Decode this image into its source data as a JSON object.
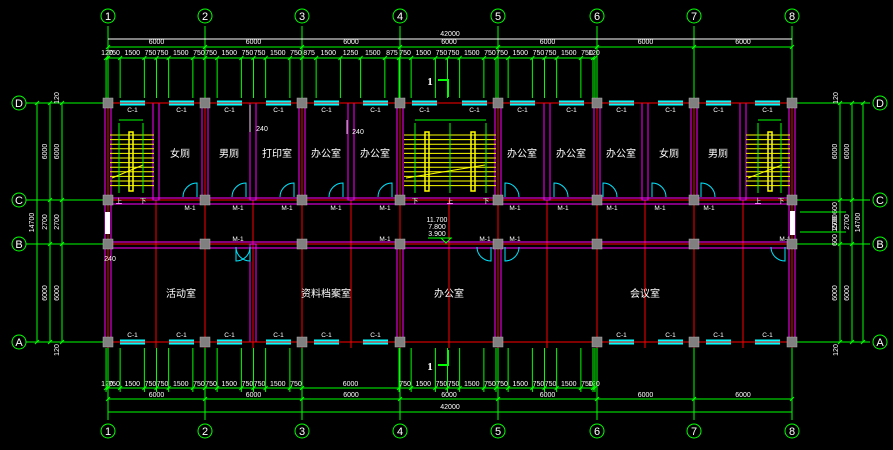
{
  "drawing": {
    "type": "floor-plan",
    "background": "#000000",
    "colors": {
      "axis": "#00ff00",
      "wall": "#ff00ff",
      "axis_red": "#ff0000",
      "window": "#00ffff",
      "column": "#808080",
      "stair": "#ffff00",
      "text": "#ffffff",
      "door": "#00e5ff"
    }
  },
  "axes": {
    "vertical": [
      "1",
      "2",
      "3",
      "4",
      "5",
      "6",
      "7",
      "8"
    ],
    "horizontal": [
      "D",
      "C",
      "B",
      "A"
    ],
    "vertical_spacing_mm": [
      6000,
      6000,
      6000,
      6000,
      6000,
      6000,
      6000
    ],
    "horizontal_spacing_mm": [
      6000,
      2700,
      6000
    ]
  },
  "dimensions": {
    "top": {
      "total": "42000",
      "bays": [
        "6000",
        "6000",
        "6000",
        "6000",
        "6000",
        "6000",
        "6000"
      ],
      "detail": [
        [
          "120",
          "750",
          "1500",
          "750"
        ],
        [
          "750",
          "1500",
          "750"
        ],
        [
          "750",
          "1500",
          "750"
        ],
        [
          "750",
          "1500",
          "750"
        ],
        [
          "875",
          "1500",
          "1250",
          "1500",
          "875"
        ],
        [
          "750",
          "1500",
          "750"
        ],
        [
          "750",
          "1500",
          "750"
        ],
        [
          "750",
          "1500",
          "750",
          "120"
        ]
      ],
      "detail_flat": [
        "120",
        "750",
        "1500",
        "750",
        "750",
        "1500",
        "750",
        "750",
        "1500",
        "750",
        "750",
        "1500",
        "750",
        "875",
        "1500",
        "1250",
        "1500",
        "875",
        "750",
        "1500",
        "750",
        "750",
        "1500",
        "750",
        "750",
        "1500",
        "750",
        "750",
        "1500",
        "750",
        "120"
      ]
    },
    "bottom": {
      "total": "42000",
      "bays": [
        "6000",
        "6000",
        "6000",
        "6000",
        "6000",
        "6000",
        "6000"
      ],
      "detail_flat": [
        "120",
        "750",
        "1500",
        "750",
        "750",
        "1500",
        "750",
        "750",
        "1500",
        "750",
        "750",
        "1500",
        "750",
        "6000",
        "750",
        "1500",
        "750",
        "750",
        "1500",
        "750",
        "750",
        "1500",
        "750",
        "750",
        "1500",
        "750",
        "120"
      ]
    },
    "left": {
      "total": "14700",
      "bays": [
        "6000",
        "2700",
        "6000"
      ],
      "edge_top": "120",
      "edge_bottom": "120"
    },
    "right": {
      "total": "14700",
      "bays": [
        "6000",
        "2700",
        "6000"
      ],
      "detail_BC": [
        "600",
        "1500",
        "600"
      ],
      "edge_top": "120",
      "edge_bottom": "120"
    }
  },
  "rooms": {
    "north": [
      {
        "name": "",
        "type": "stair-left"
      },
      {
        "name": "女厕"
      },
      {
        "name": "男厕"
      },
      {
        "name": "打印室"
      },
      {
        "name": "办公室"
      },
      {
        "name": "办公室"
      },
      {
        "name": "",
        "type": "stair-center"
      },
      {
        "name": "办公室"
      },
      {
        "name": "办公室"
      },
      {
        "name": "办公室"
      },
      {
        "name": "女厕"
      },
      {
        "name": "男厕"
      },
      {
        "name": "",
        "type": "stair-right"
      }
    ],
    "south": [
      {
        "name": "活动室"
      },
      {
        "name": "资料档案室"
      },
      {
        "name": "办公室"
      },
      {
        "name": "会议室"
      }
    ]
  },
  "labels": {
    "window": "C-1",
    "door": "M-1",
    "stair_up": "上",
    "stair_down": "下",
    "section_mark": "1",
    "wall_thickness": "240",
    "elevations": [
      "11.700",
      "7.800",
      "3.900"
    ]
  }
}
